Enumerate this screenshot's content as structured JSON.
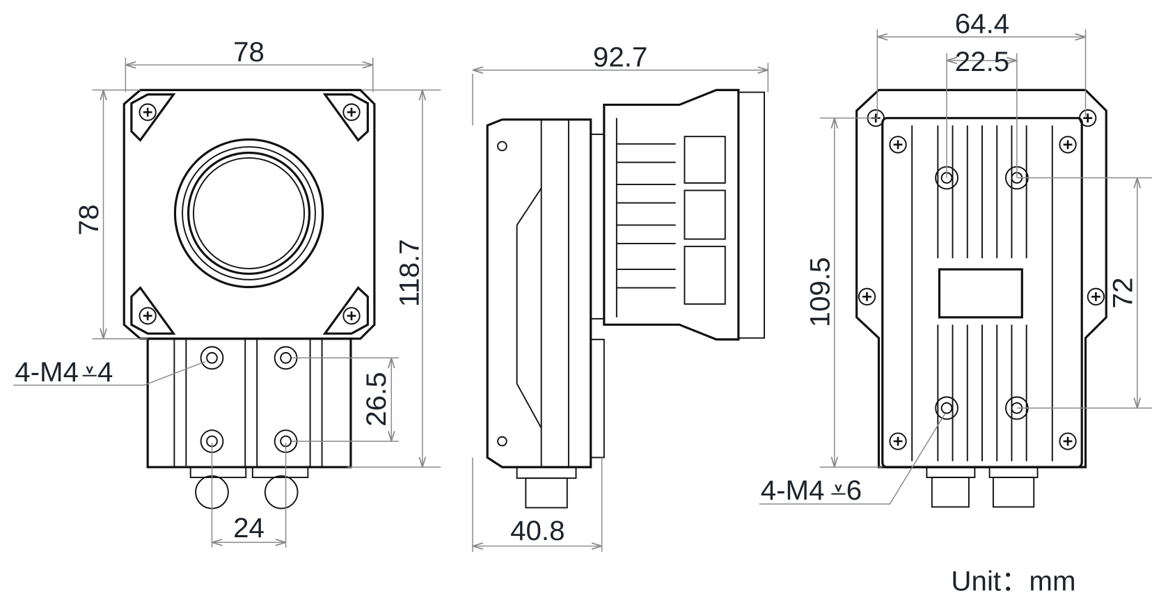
{
  "front_view": {
    "width": "78",
    "height": "78",
    "total_height": "118.7",
    "hole_spacing_v": "26.5",
    "hole_spacing_h": "24",
    "hole_note_prefix": "4-M4",
    "hole_note_depth": "4"
  },
  "side_view": {
    "length": "92.7",
    "body_depth": "40.8"
  },
  "back_view": {
    "width": "64.4",
    "hole_spacing_h": "22.5",
    "height": "109.5",
    "hole_spacing_v": "72",
    "hole_note_prefix": "4-M4",
    "hole_note_depth": "6"
  },
  "unit_label": "Unit：mm",
  "colors": {
    "line": "#111111",
    "dimension": "#8a8a8a",
    "text": "#1d232b"
  }
}
